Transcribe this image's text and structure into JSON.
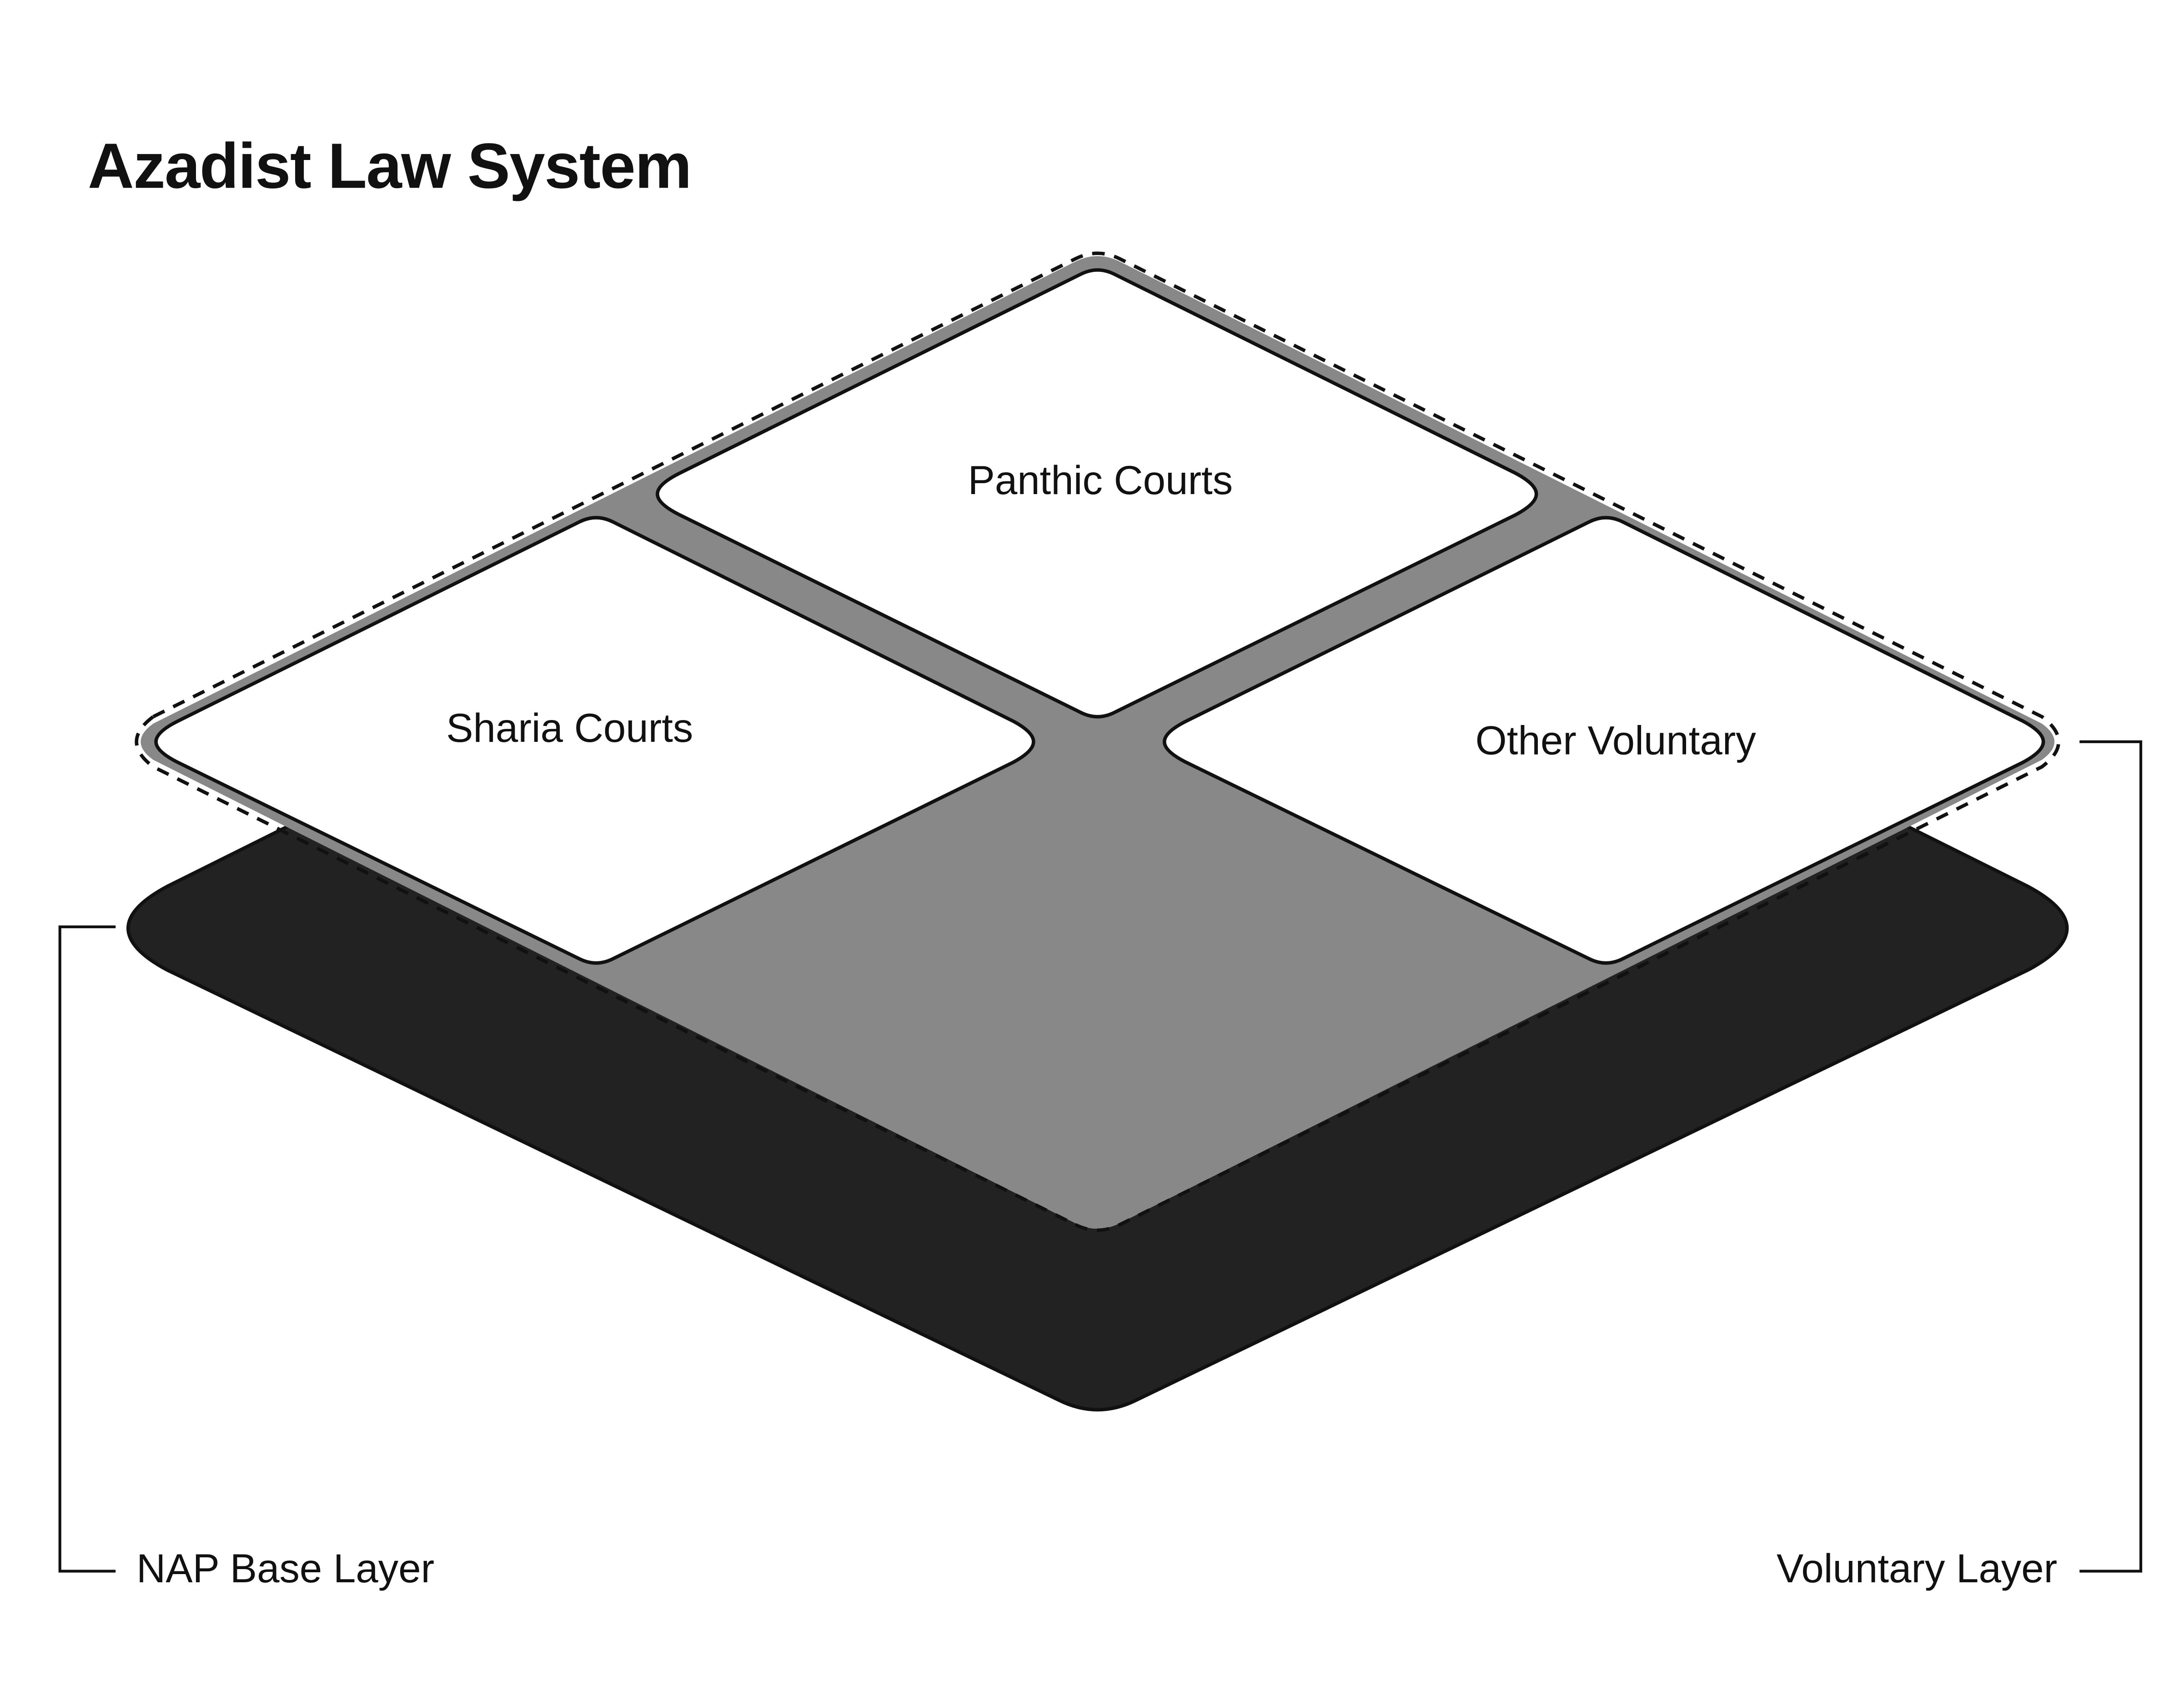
{
  "title": "Azadist Law System",
  "layers": {
    "base": {
      "label": "NAP Base Layer",
      "fill": "#222222"
    },
    "voluntary": {
      "label": "Voluntary Layer",
      "fill": "#888888"
    }
  },
  "tiles": [
    {
      "id": "panthic",
      "label": "Panthic Courts"
    },
    {
      "id": "sharia",
      "label": "Sharia Courts"
    },
    {
      "id": "other",
      "label": "Other Voluntary"
    }
  ],
  "colors": {
    "stroke": "#111111",
    "tile_fill": "#ffffff",
    "background": "#ffffff"
  }
}
